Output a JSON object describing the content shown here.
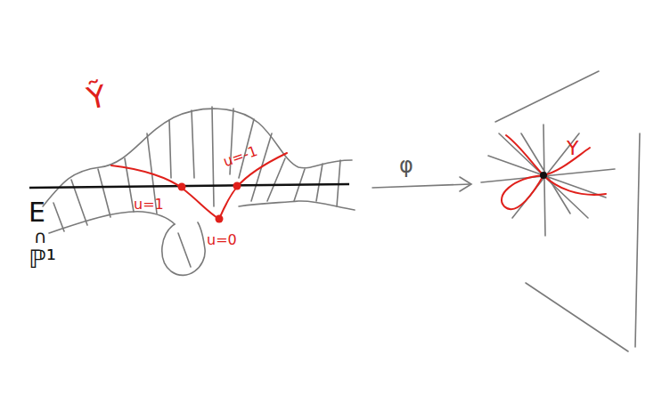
{
  "diagram": {
    "labels": [
      "Ỹ",
      "u=1",
      "u=-1",
      "u=0",
      "E",
      "∩",
      "ℙ¹",
      "φ",
      "Y"
    ]
  }
}
